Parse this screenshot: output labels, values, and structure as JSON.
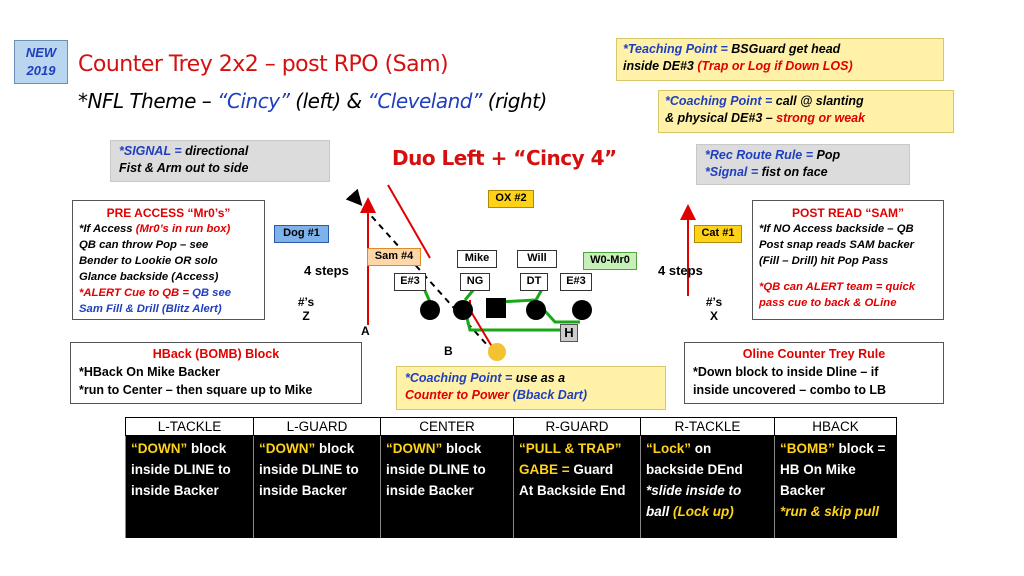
{
  "badge": {
    "line1": "NEW",
    "line2": "2019"
  },
  "header": {
    "title": "Counter Trey 2x2 – post RPO (Sam)",
    "sub_a": "*NFL Theme – ",
    "sub_b": "“Cincy”",
    "sub_c": " (left) & ",
    "sub_d": "“Cleveland”",
    "sub_e": " (right)"
  },
  "teaching_point": {
    "label": "*Teaching Point = ",
    "text1": "BSGuard get head",
    "text2": "inside DE#3 ",
    "text3": "(Trap or Log if Down LOS)"
  },
  "coaching_point_top": {
    "label": "*Coaching Point = ",
    "text1": "call @  slanting",
    "text2": "& physical DE#3 – ",
    "text3": "strong or weak"
  },
  "signal": {
    "label": "*SIGNAL = ",
    "text1": "directional",
    "text2": "Fist & Arm out to side"
  },
  "play_name": "Duo Left + “Cincy 4”",
  "rec_route": {
    "label1": "*Rec Route Rule = ",
    "text1": "Pop",
    "label2": "*Signal = ",
    "text2": "fist on face"
  },
  "pre_access": {
    "heading": "PRE ACCESS “Mr0’s”",
    "l1a": "*If Access ",
    "l1b": "(Mr0’s in run box)",
    "l2": "QB can throw Pop – see",
    "l3": "Bender to Lookie OR solo",
    "l4": "Glance backside (Access)",
    "l5a": "*ALERT Cue to QB = ",
    "l5b": "QB see",
    "l6": "Sam Fill & Drill (Blitz Alert)"
  },
  "post_read": {
    "heading": "POST READ “SAM”",
    "l1": "*If NO Access backside – QB",
    "l2": "Post snap reads SAM backer",
    "l3": "(Fill – Drill) hit Pop Pass",
    "l4": "*QB can ALERT team = quick",
    "l5": "pass cue to back & OLine"
  },
  "diagram": {
    "ox": "OX #2",
    "dog": "Dog #1",
    "cat": "Cat #1",
    "sam": "Sam #4",
    "mike": "Mike",
    "will": "Will",
    "w0": "W0-Mr0",
    "e3_left": "E#3",
    "ng": "NG",
    "dt": "DT",
    "e3_right": "E#3",
    "steps_left": "4 steps",
    "steps_right": "4 steps",
    "z1": "#’s",
    "z2": "Z",
    "x1": "#’s",
    "x2": "X",
    "a": "A",
    "b": "B",
    "h": "H",
    "colors": {
      "line": "#1aa81a",
      "route": "#e00000",
      "qb": "#f2c230"
    }
  },
  "hback_block": {
    "heading": "HBack (BOMB) Block",
    "l1": "*HBack On Mike Backer",
    "l2": "*run to Center – then square up to Mike"
  },
  "coaching_point_bottom": {
    "label": "*Coaching Point = ",
    "t1": "use as a",
    "t2": "Counter to Power ",
    "t3": "(Bback Dart)"
  },
  "oline_rule": {
    "heading": "Oline Counter Trey Rule",
    "l1": "*Down block to inside Dline – if",
    "l2": "inside uncovered – combo to LB"
  },
  "table": {
    "headers": [
      "L-TACKLE",
      "L-GUARD",
      "CENTER",
      "R-GUARD",
      "R-TACKLE",
      "HBACK"
    ],
    "col1": {
      "a": "“DOWN”",
      "b": " block",
      "c": "inside DLINE to",
      "d": "inside Backer"
    },
    "col2": {
      "a": "“DOWN”",
      "b": " block",
      "c": "inside DLINE to",
      "d": "inside Backer"
    },
    "col3": {
      "a": "“DOWN”",
      "b": " block",
      "c": "inside DLINE to",
      "d": "inside Backer"
    },
    "col4": {
      "a": "“PULL & TRAP”",
      "b": "GABE = ",
      "c": "Guard",
      "d": "At Backside End"
    },
    "col5": {
      "a": "“Lock”",
      "b": " on",
      "c": "backside DEnd",
      "d": "*slide inside to",
      "e": "ball ",
      "f": "(Lock up)"
    },
    "col6": {
      "a": "“BOMB”",
      "b": " block =",
      "c": "HB On Mike",
      "d": "Backer",
      "e": "*run & skip pull"
    }
  }
}
